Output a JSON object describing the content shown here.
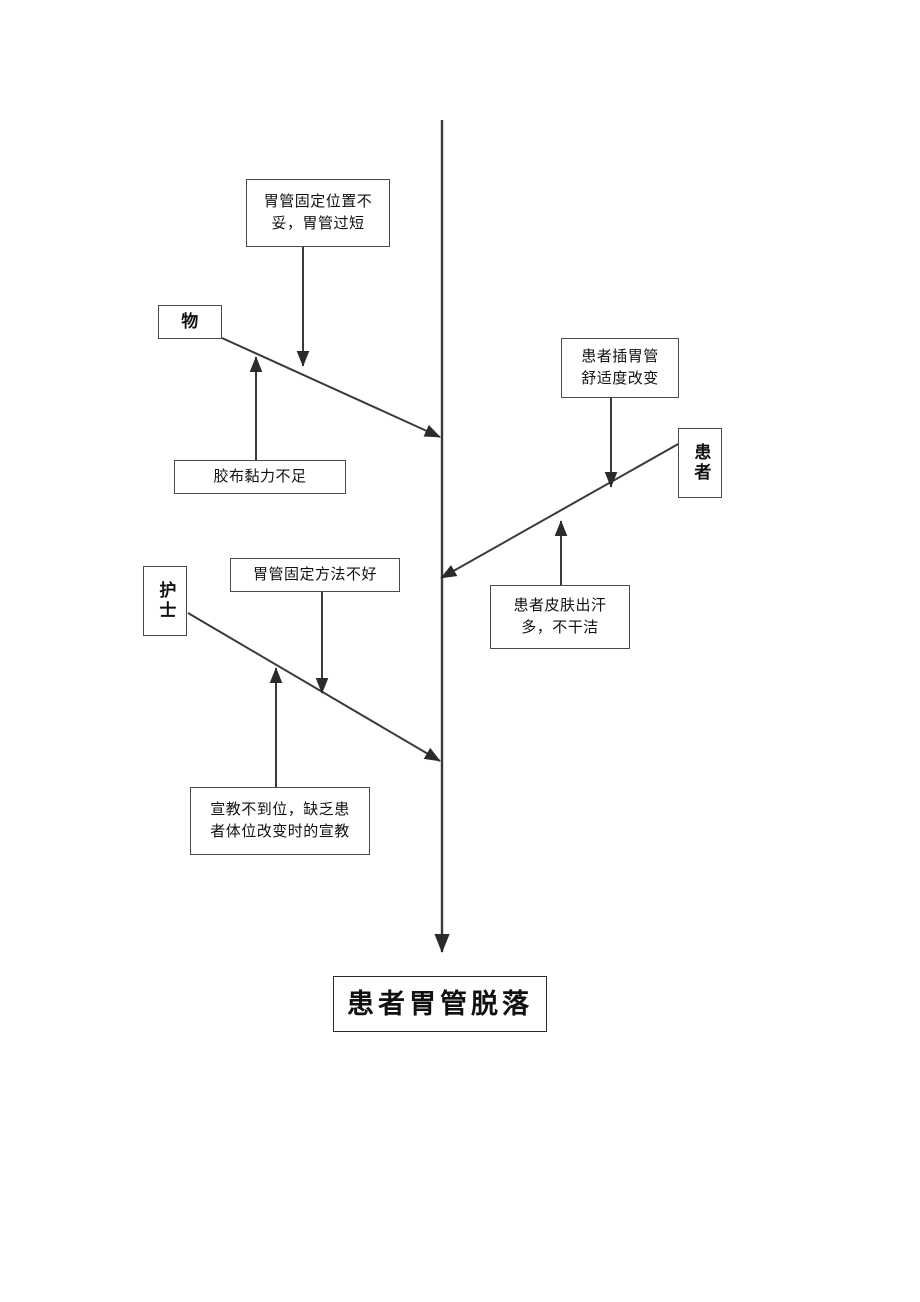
{
  "diagram": {
    "type": "fishbone-cause-and-effect",
    "effect": {
      "label": "患者胃管脱落"
    },
    "categories": [
      {
        "id": "material",
        "label": "物"
      },
      {
        "id": "patient",
        "label": "患者"
      },
      {
        "id": "nurse",
        "label": "护士"
      }
    ],
    "causes": [
      {
        "id": "tube-fixation-position",
        "category": "material",
        "lines": [
          "胃管固定位置不",
          "妥，胃管过短"
        ]
      },
      {
        "id": "tape-adhesion",
        "category": "material",
        "lines": [
          "胶布黏力不足"
        ]
      },
      {
        "id": "patient-comfort-change",
        "category": "patient",
        "lines": [
          "患者插胃管",
          "舒适度改变"
        ]
      },
      {
        "id": "patient-skin-sweat",
        "category": "patient",
        "lines": [
          "患者皮肤出汗",
          "多，不干洁"
        ]
      },
      {
        "id": "fixation-method",
        "category": "nurse",
        "lines": [
          "胃管固定方法不好"
        ]
      },
      {
        "id": "education-insufficient",
        "category": "nurse",
        "lines": [
          "宣教不到位，缺乏患",
          "者体位改变时的宣教"
        ]
      }
    ],
    "colors": {
      "line": "#3a3a3a",
      "box_border": "#4a4a4a",
      "text": "#111111",
      "background": "#ffffff"
    }
  }
}
